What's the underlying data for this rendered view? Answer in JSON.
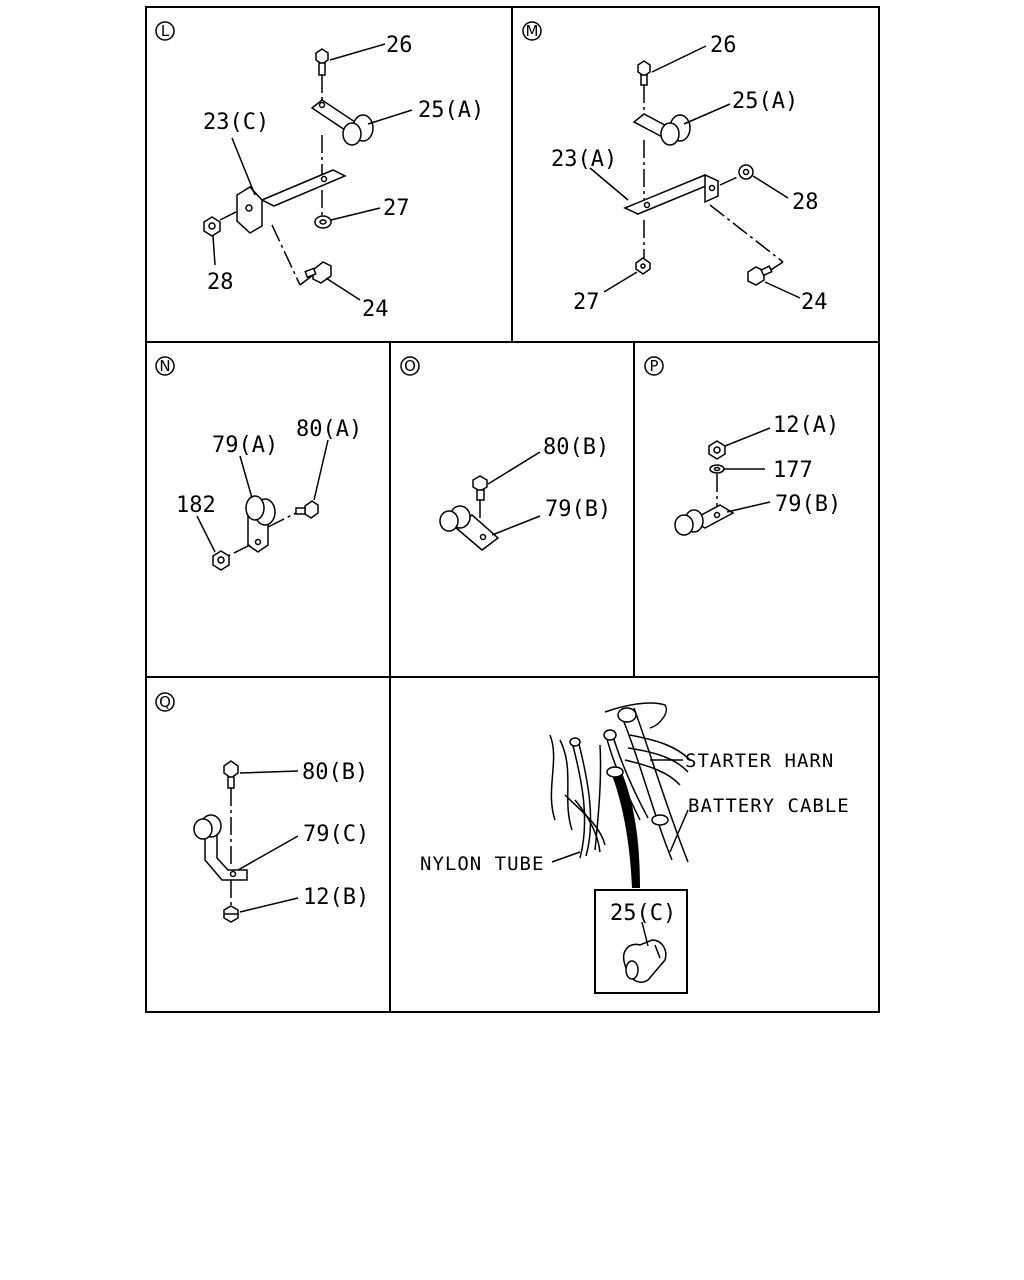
{
  "panels": {
    "L": {
      "id": "L",
      "labels": {
        "26": "26",
        "25a": "25(A)",
        "23c": "23(C)",
        "27": "27",
        "28": "28",
        "24": "24"
      }
    },
    "M": {
      "id": "M",
      "labels": {
        "26": "26",
        "25a": "25(A)",
        "23a": "23(A)",
        "28": "28",
        "27": "27",
        "24": "24"
      }
    },
    "N": {
      "id": "N",
      "labels": {
        "79a": "79(A)",
        "80a": "80(A)",
        "182": "182"
      }
    },
    "O": {
      "id": "O",
      "labels": {
        "80b": "80(B)",
        "79b": "79(B)"
      }
    },
    "P": {
      "id": "P",
      "labels": {
        "12a": "12(A)",
        "177": "177",
        "79b": "79(B)"
      }
    },
    "Q": {
      "id": "Q",
      "labels": {
        "80b": "80(B)",
        "79c": "79(C)",
        "12b": "12(B)"
      }
    },
    "R": {
      "labels": {
        "starter": "STARTER HARN",
        "battery": "BATTERY CABLE",
        "nylon": "NYLON TUBE",
        "25c": "25(C)"
      }
    }
  }
}
